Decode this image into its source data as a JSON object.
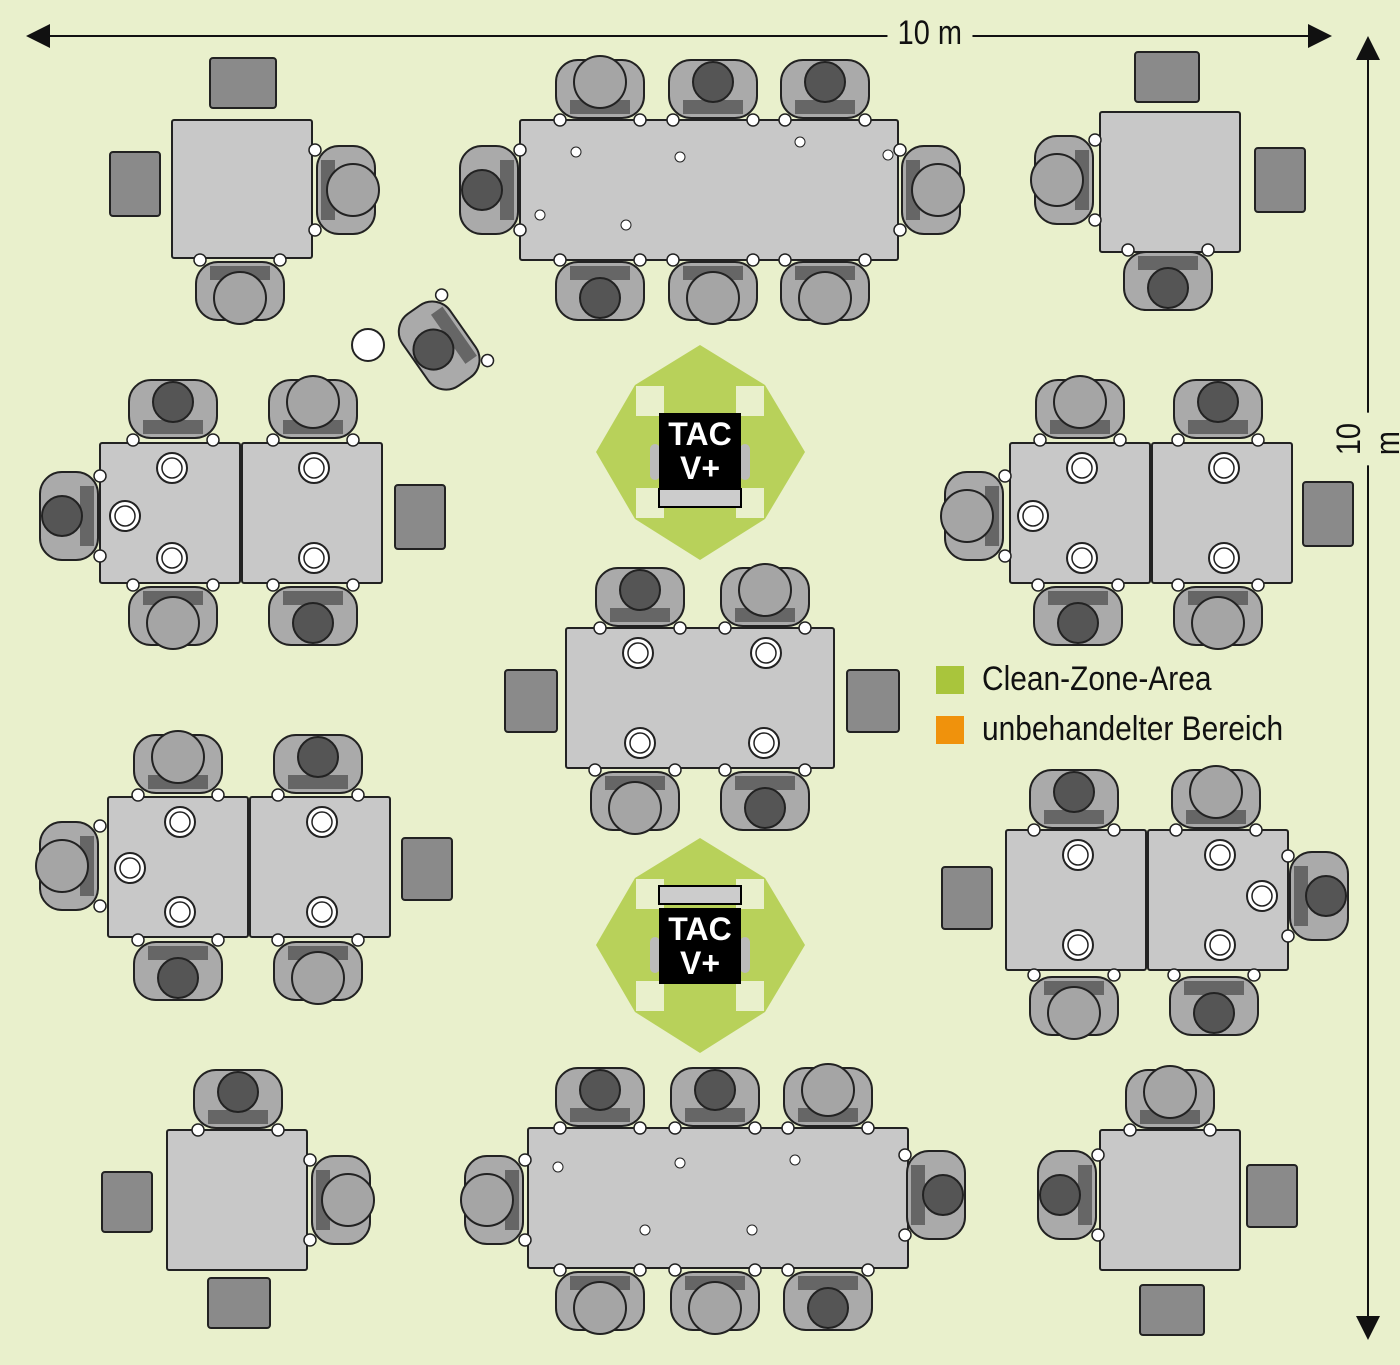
{
  "dimensions": {
    "width_label": "10 m",
    "height_label": "10 m"
  },
  "devices": [
    {
      "line1": "TAC",
      "line2": "V+"
    },
    {
      "line1": "TAC",
      "line2": "V+"
    }
  ],
  "legend": [
    {
      "label": "Clean-Zone-Area",
      "color": "#a9c53c"
    },
    {
      "label": "unbehandelter Bereich",
      "color": "#f0920c"
    }
  ],
  "colors": {
    "background": "#e9f0cc",
    "zone": "#b8d15a",
    "table": "#c8c8c8",
    "chair": "#8a8a8a"
  }
}
